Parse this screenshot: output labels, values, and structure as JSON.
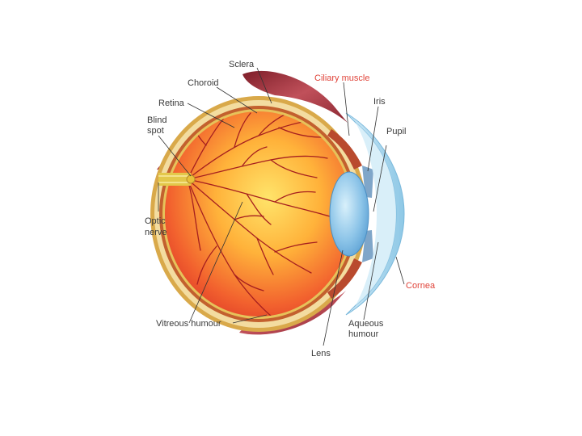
{
  "labels": {
    "sclera": "Sclera",
    "choroid": "Choroid",
    "retina": "Retina",
    "blind_spot_line1": "Blind",
    "blind_spot_line2": "spot",
    "optic_nerve_line1": "Optic",
    "optic_nerve_line2": "nerve",
    "ciliary_muscle": "Ciliary muscle",
    "iris": "Iris",
    "pupil": "Pupil",
    "cornea": "Cornea",
    "aqueous_line1": "Aqueous",
    "aqueous_line2": "humour",
    "lens": "Lens",
    "vitreous": "Vitreous humour"
  },
  "colors": {
    "label_text": "#3a3a3a",
    "highlight_label": "#e0443a",
    "leader_line": "#333333",
    "sclera_outer": "#d9a94a",
    "sclera_inner": "#f3dca0",
    "choroid": "#c3602e",
    "vitreous_core": "#ffd24a",
    "vitreous_edge": "#e8462c",
    "blood_vessel": "#a61f1f",
    "lens": "#6fb2de",
    "cornea": "#a9d6ec",
    "muscle": "#a82f38",
    "optic_nerve": "#e3c84a"
  }
}
